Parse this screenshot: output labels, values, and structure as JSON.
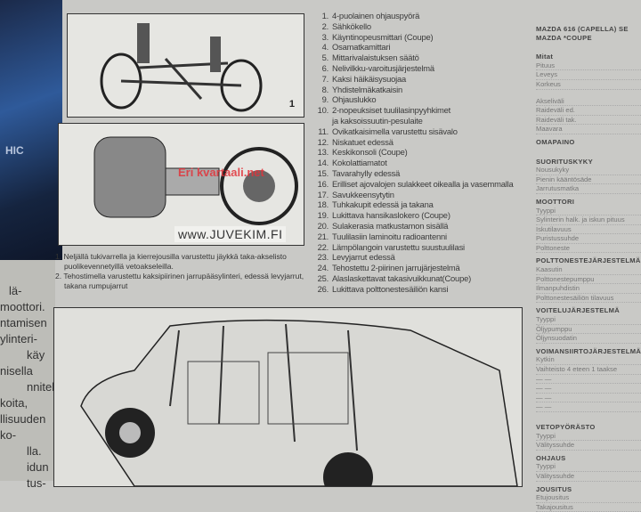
{
  "left_column": {
    "badge": "HIC",
    "text_fragments": [
      "lä-",
      "moottori.",
      "ntamisen",
      "ylinteri-",
      "käy",
      "nisella",
      "nniteltu",
      "koita,",
      "llisuuden",
      "ko-",
      "lla.",
      "idun",
      "tus-"
    ]
  },
  "figures": {
    "fig1_number": "1"
  },
  "captions": [
    {
      "num": "1.",
      "text": "Neljällä tukivarrella ja kierrejousilla varustettu jäykkä taka-akselisto puolikevennetyillä vetoakseleilla."
    },
    {
      "num": "2.",
      "text": "Tehostimella varustettu kaksipiirinen jarrupääsylinteri, edessä levyjarrut, takana rumpujarrut"
    }
  ],
  "parts": [
    {
      "num": "1.",
      "text": "4-puolainen ohjauspyörä"
    },
    {
      "num": "2.",
      "text": "Sähkökello"
    },
    {
      "num": "3.",
      "text": "Käyntinopeusmittari (Coupe)"
    },
    {
      "num": "4.",
      "text": "Osamatkamittari"
    },
    {
      "num": "5.",
      "text": "Mittarivalaistuksen säätö"
    },
    {
      "num": "6.",
      "text": "Nelivilkku-varoitusjärjestelmä"
    },
    {
      "num": "7.",
      "text": "Kaksi häikäisysuojaa"
    },
    {
      "num": "8.",
      "text": "Yhdistelmäkatkaisin"
    },
    {
      "num": "9.",
      "text": "Ohjauslukko"
    },
    {
      "num": "10.",
      "text": "2-nopeuksiset tuulilasinpyyhkimet"
    },
    {
      "num": "",
      "text": "ja kaksoissuutin-pesulaite"
    },
    {
      "num": "11.",
      "text": "Ovikatkaisimella varustettu sisävalo"
    },
    {
      "num": "12.",
      "text": "Niskatuet edessä"
    },
    {
      "num": "13.",
      "text": "Keskikonsoli (Coupe)"
    },
    {
      "num": "14.",
      "text": "Kokolattiamatot"
    },
    {
      "num": "15.",
      "text": "Tavarahylly edessä"
    },
    {
      "num": "16.",
      "text": "Erilliset ajovalojen sulakkeet oikealla ja vasemmalla"
    },
    {
      "num": "17.",
      "text": "Savukkeensytytin"
    },
    {
      "num": "18.",
      "text": "Tuhkakupit edessä ja takana"
    },
    {
      "num": "19.",
      "text": "Lukittava hansikaslokero (Coupe)"
    },
    {
      "num": "20.",
      "text": "Sulakerasia matkustamon sisällä"
    },
    {
      "num": "21.",
      "text": "Tuulilasiin laminoitu radioantenni"
    },
    {
      "num": "22.",
      "text": "Lämpölangoin varustettu suustuulilasi"
    },
    {
      "num": "23.",
      "text": "Levyjarrut edessä"
    },
    {
      "num": "24.",
      "text": "Tehostettu 2-piirinen jarrujärjestelmä"
    },
    {
      "num": "25.",
      "text": "Alaslaskettavat takasivuikkunat(Coupe)"
    },
    {
      "num": "26.",
      "text": "Lukittava polttonestesäiliön kansi"
    }
  ],
  "spec": {
    "title1": "MAZDA 616 (CAPELLA) SE",
    "title2": "MAZDA *COUPE",
    "rows": [
      {
        "t": "g"
      },
      {
        "t": "h",
        "v": "Mitat"
      },
      {
        "t": "r",
        "v": "Pituus"
      },
      {
        "t": "r",
        "v": "Leveys"
      },
      {
        "t": "r",
        "v": "Korkeus"
      },
      {
        "t": "g"
      },
      {
        "t": "r",
        "v": "Akseliväli"
      },
      {
        "t": "r",
        "v": "Raideväli ed."
      },
      {
        "t": "r",
        "v": "Raideväli tak."
      },
      {
        "t": "r",
        "v": "Maavara"
      },
      {
        "t": "h",
        "v": "OMAPAINO"
      },
      {
        "t": "g"
      },
      {
        "t": "h",
        "v": "SUORITUSKYKY"
      },
      {
        "t": "r",
        "v": "Nousukyky"
      },
      {
        "t": "r",
        "v": "Pienin kääntösäde"
      },
      {
        "t": "r",
        "v": "Jarrutusmatka"
      },
      {
        "t": "h",
        "v": "MOOTTORI"
      },
      {
        "t": "r",
        "v": "Tyyppi"
      },
      {
        "t": "r",
        "v": "Sylinterin halk. ja iskun pituus"
      },
      {
        "t": "r",
        "v": "Iskutilavuus"
      },
      {
        "t": "r",
        "v": "Puristussuhde"
      },
      {
        "t": "r",
        "v": "Polttoneste"
      },
      {
        "t": "h",
        "v": "POLTTONESTEJÄRJESTELMÄ"
      },
      {
        "t": "r",
        "v": "Kaasutin"
      },
      {
        "t": "r",
        "v": "Polttonestepumppu"
      },
      {
        "t": "r",
        "v": "Ilmanpuhdistin"
      },
      {
        "t": "r",
        "v": "Polttonestesäiliön tilavuus"
      },
      {
        "t": "h",
        "v": "VOITELUJÄRJESTELMÄ"
      },
      {
        "t": "r",
        "v": "Tyyppi"
      },
      {
        "t": "r",
        "v": "Öljypumppu"
      },
      {
        "t": "r",
        "v": "Öljynsuodatin"
      },
      {
        "t": "h",
        "v": "VOIMANSIIRTOJÄRJESTELMÄ"
      },
      {
        "t": "r",
        "v": "Kytkin"
      },
      {
        "t": "r",
        "v": "Vaihteisto 4 eteen 1 taakse"
      },
      {
        "t": "r",
        "v": "— —"
      },
      {
        "t": "r",
        "v": "— —"
      },
      {
        "t": "r",
        "v": "— —"
      },
      {
        "t": "r",
        "v": "— —"
      },
      {
        "t": "g"
      },
      {
        "t": "h",
        "v": "VETOPYÖRÄSTO"
      },
      {
        "t": "r",
        "v": "Tyyppi"
      },
      {
        "t": "r",
        "v": "Välityssuhde"
      },
      {
        "t": "h",
        "v": "OHJAUS"
      },
      {
        "t": "r",
        "v": "Tyyppi"
      },
      {
        "t": "r",
        "v": "Välityssuhde"
      },
      {
        "t": "h",
        "v": "JOUSITUS"
      },
      {
        "t": "r",
        "v": "Etujousitus"
      },
      {
        "t": "r",
        "v": "Takajousitus"
      }
    ]
  },
  "watermarks": {
    "red": "Eri kvartaali.net",
    "site": "www.JUVEKIM.FI"
  }
}
